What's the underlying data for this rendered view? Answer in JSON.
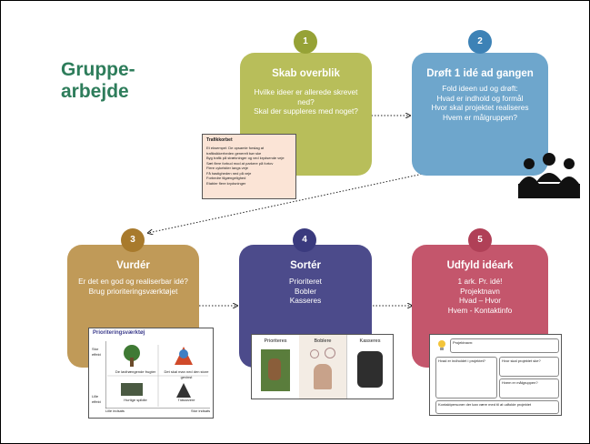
{
  "title": "Gruppe-\narbejde",
  "steps": [
    {
      "num": "1",
      "head": "Skab overblik",
      "body": "Hvilke ideer er allerede skrevet ned?\nSkal der suppleres med noget?",
      "color": "#b8be5a",
      "badge": "#96a236"
    },
    {
      "num": "2",
      "head": "Drøft 1 idé ad gangen",
      "body": "Fold ideen ud og drøft:\nHvad er indhold og formål\nHvor skal projektet realiseres\nHvem er målgruppen?",
      "color": "#6ea6cc",
      "badge": "#3d82b6"
    },
    {
      "num": "3",
      "head": "Vurdér",
      "body": "Er det en god og realiserbar idé?\nBrug prioriteringsværktøjet",
      "color": "#c09a58",
      "badge": "#a87a2c"
    },
    {
      "num": "4",
      "head": "Sortér",
      "body": "Prioriteret\nBobler\nKasseres",
      "color": "#4c4b8b",
      "badge": "#3a3a7e"
    },
    {
      "num": "5",
      "head": "Udfyld idéark",
      "body": "1 ark. Pr. idé!\nProjektnavn\nHvad – Hvor\nHvem - Kontaktinfo",
      "color": "#c4566c",
      "badge": "#b04057"
    }
  ],
  "thumb_traffic": {
    "title": "Trafikkorbet",
    "lines": [
      "Et eksempel: De opsamle forslag at trafiksikkerheden generelt bør ske",
      "Byg trafik på strækninger og ved krydsende veje",
      "Sæt flere forbud mod at parkere på fortov",
      "Flere cykelstier langs veje",
      "Få hastigheden ned på veje",
      "Forbedre tilgængelighed",
      "Etabler flere krydsninger"
    ]
  },
  "thumb_priority": {
    "title": "Prioriteringsværktøj",
    "y_top": "Stor effekt",
    "y_bottom": "Lille effekt",
    "x_left": "Lille indsats",
    "x_right": "Stor indsats",
    "q1": "De lavthængende frugter",
    "q2": "Det skal man ned den store gevinst",
    "q3": "Hurtige spildte",
    "q4": "Tidsrøvere"
  },
  "thumb_sort": {
    "c1": "Prioriteres",
    "c2": "Boblere",
    "c3": "Kasseres"
  },
  "thumb_idea": {
    "label_name": "Projektnavn:",
    "label_what": "Hvad er indholdet i projektet?",
    "label_where": "Hvor skal projektet ske?",
    "label_who": "Hvem er målgruppen?",
    "label_contact": "Kontaktpersoner der kan være med til at udfolde projektet"
  }
}
